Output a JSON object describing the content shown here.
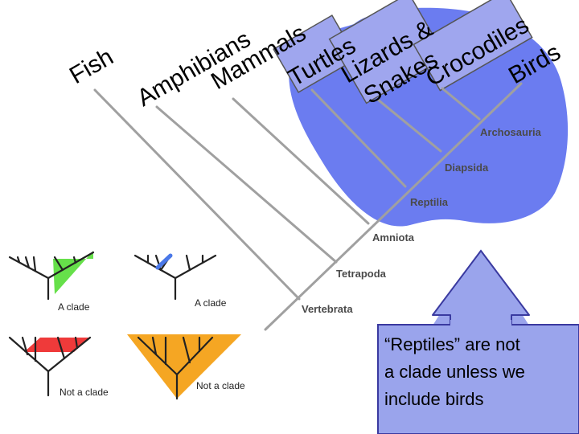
{
  "taxa": {
    "fish": "Fish",
    "amphibians": "Amphibians",
    "mammals": "Mammals",
    "turtles": "Turtles",
    "lizards_line1": "Lizards &",
    "lizards_line2": "Snakes",
    "crocodiles": "Crocodiles",
    "birds": "Birds"
  },
  "nodes": {
    "archosauria": "Archosauria",
    "diapsida": "Diapsida",
    "reptilia": "Reptilia",
    "amniota": "Amniota",
    "tetrapoda": "Tetrapoda",
    "vertebrata": "Vertebrata"
  },
  "examples": {
    "clade_1": "A clade",
    "clade_2": "A clade",
    "not_clade_1": "Not a clade",
    "not_clade_2": "Not a clade"
  },
  "callout": {
    "line1": "“Reptiles” are not",
    "line2": "a clade unless we",
    "line3": "include birds"
  },
  "colors": {
    "blob": "#6b7cf0",
    "box": "#9fa6ee",
    "callout_fill": "#9aa4ec",
    "green": "#66e04a",
    "blue": "#4a78e8",
    "red": "#ef3a3a",
    "orange": "#f5a623"
  }
}
